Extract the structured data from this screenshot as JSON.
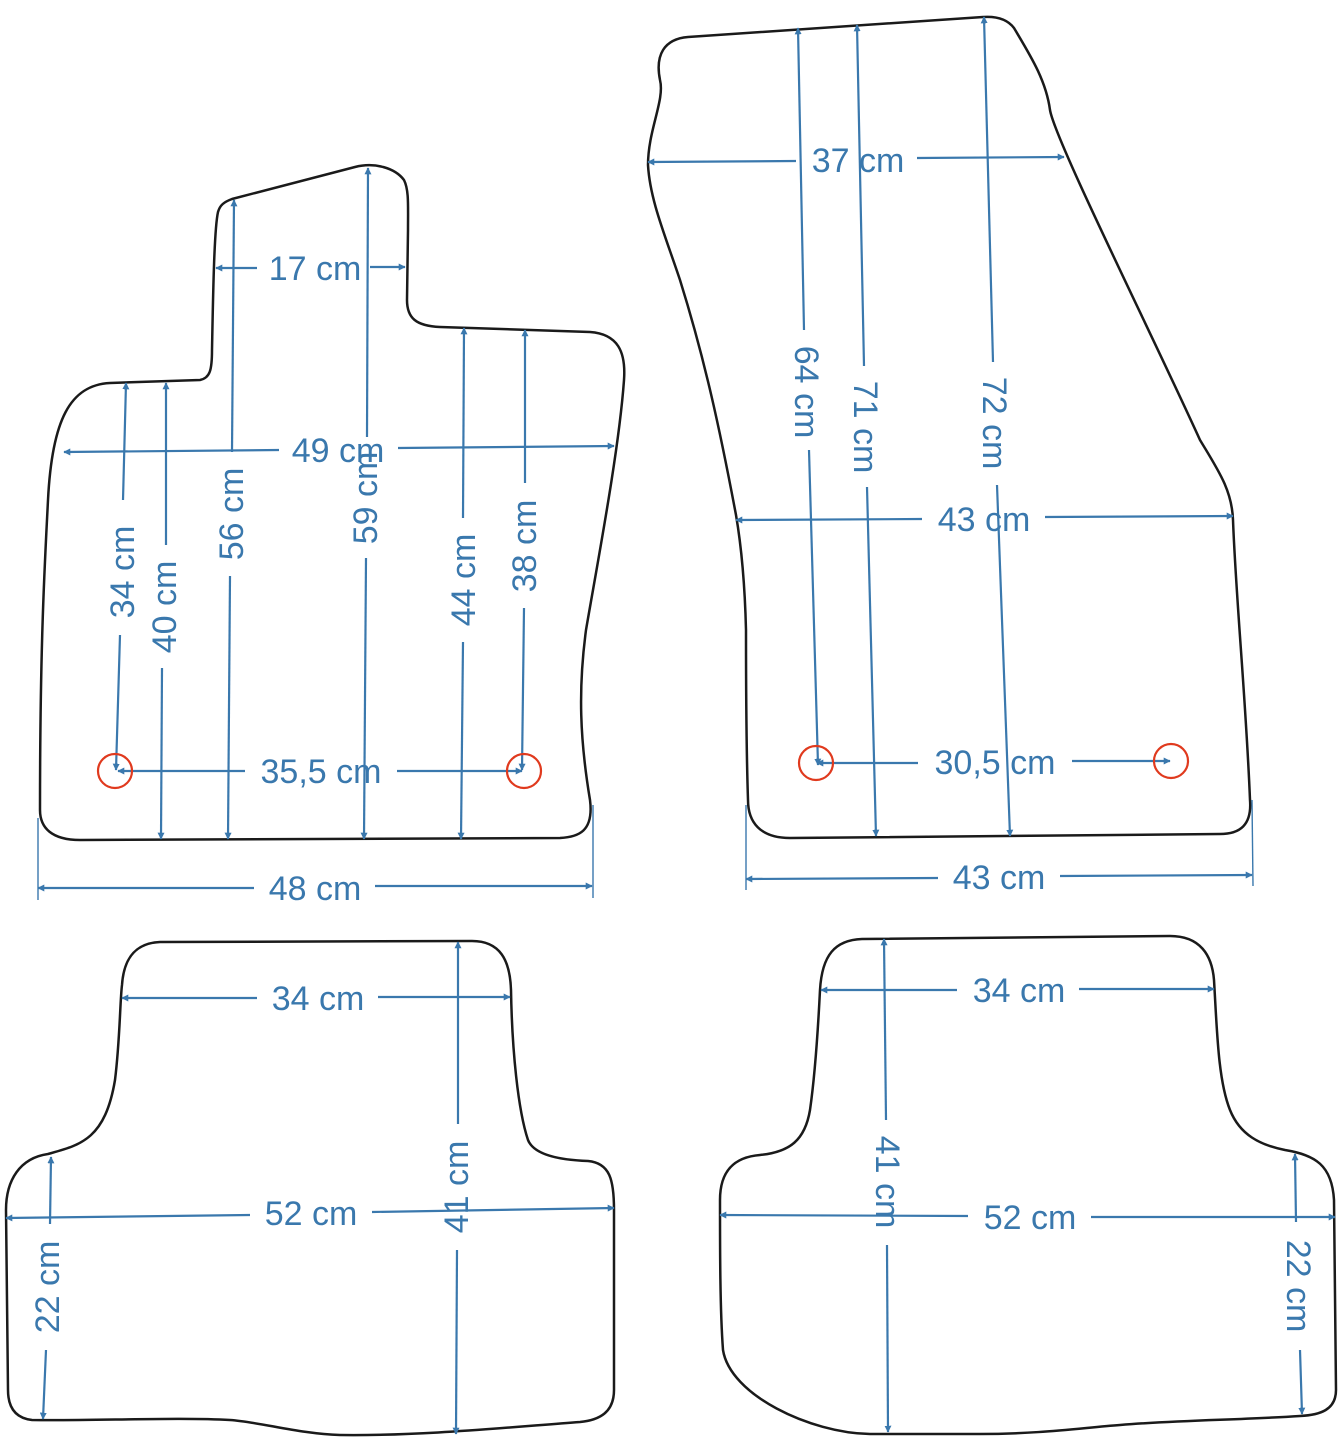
{
  "colors": {
    "outline": "#1a1a1a",
    "dimension": "#3a78ad",
    "mounting_hole": "#e03a1e",
    "background": "#ffffff"
  },
  "mats": {
    "front_left": {
      "width_top": "17 cm",
      "width_mid": "49 cm",
      "width_holes": "35,5 cm",
      "width_bottom": "48 cm",
      "height_a": "34 cm",
      "height_b": "40 cm",
      "height_c": "56 cm",
      "height_d": "59 cm",
      "height_e": "44 cm",
      "height_f": "38 cm"
    },
    "front_right": {
      "width_top": "37 cm",
      "width_mid": "43 cm",
      "width_holes": "30,5 cm",
      "width_bottom": "43 cm",
      "height_a": "64 cm",
      "height_b": "71 cm",
      "height_c": "72 cm"
    },
    "rear_left": {
      "width_top": "34 cm",
      "width_full": "52 cm",
      "height_full": "41 cm",
      "height_side": "22 cm"
    },
    "rear_right": {
      "width_top": "34 cm",
      "width_full": "52 cm",
      "height_full": "41 cm",
      "height_side": "22 cm"
    }
  }
}
